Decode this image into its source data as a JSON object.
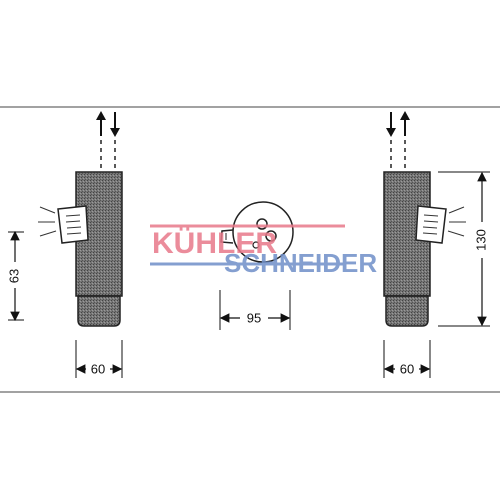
{
  "dimensions": {
    "left_height": "63",
    "left_width": "60",
    "center_width": "95",
    "right_height": "130",
    "right_width": "60"
  },
  "watermark": {
    "line1": "KÜHLER",
    "line2": "SCHNEIDER",
    "color_red": "#e8798a",
    "color_blue": "#6f8fc8"
  },
  "icons": {
    "flow_left": "up-down-arrows-icon",
    "flow_right": "down-up-arrows-icon",
    "connector": "pipe-connector-icon"
  }
}
